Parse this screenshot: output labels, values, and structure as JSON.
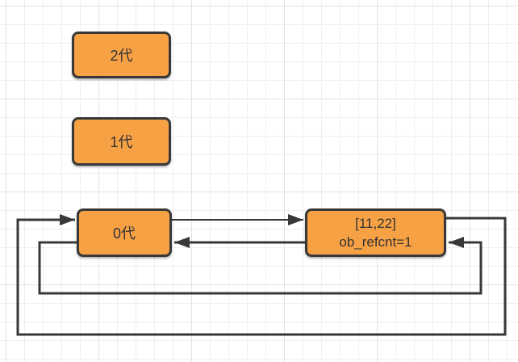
{
  "colors": {
    "node_fill": "#F7A145",
    "node_border": "#383838",
    "line": "#383838",
    "text": "#333333",
    "grid_minor": "#efefef",
    "grid_major": "#e3e3e3",
    "background": "#ffffff"
  },
  "nodes": {
    "gen2": {
      "label": "2代"
    },
    "gen1": {
      "label": "1代"
    },
    "gen0": {
      "label": "0代"
    },
    "obj": {
      "line1": "[11,22]",
      "line2": "ob_refcnt=1"
    }
  },
  "edges": [
    {
      "from": "0代",
      "to": "[11,22]",
      "path": "straight-top"
    },
    {
      "from": "[11,22]",
      "to": "0代",
      "path": "straight-return"
    },
    {
      "from": "[11,22]",
      "to": "0代",
      "path": "outer-bottom-loop"
    },
    {
      "from": "0代",
      "to": "[11,22]",
      "path": "inner-bottom-loop"
    }
  ]
}
